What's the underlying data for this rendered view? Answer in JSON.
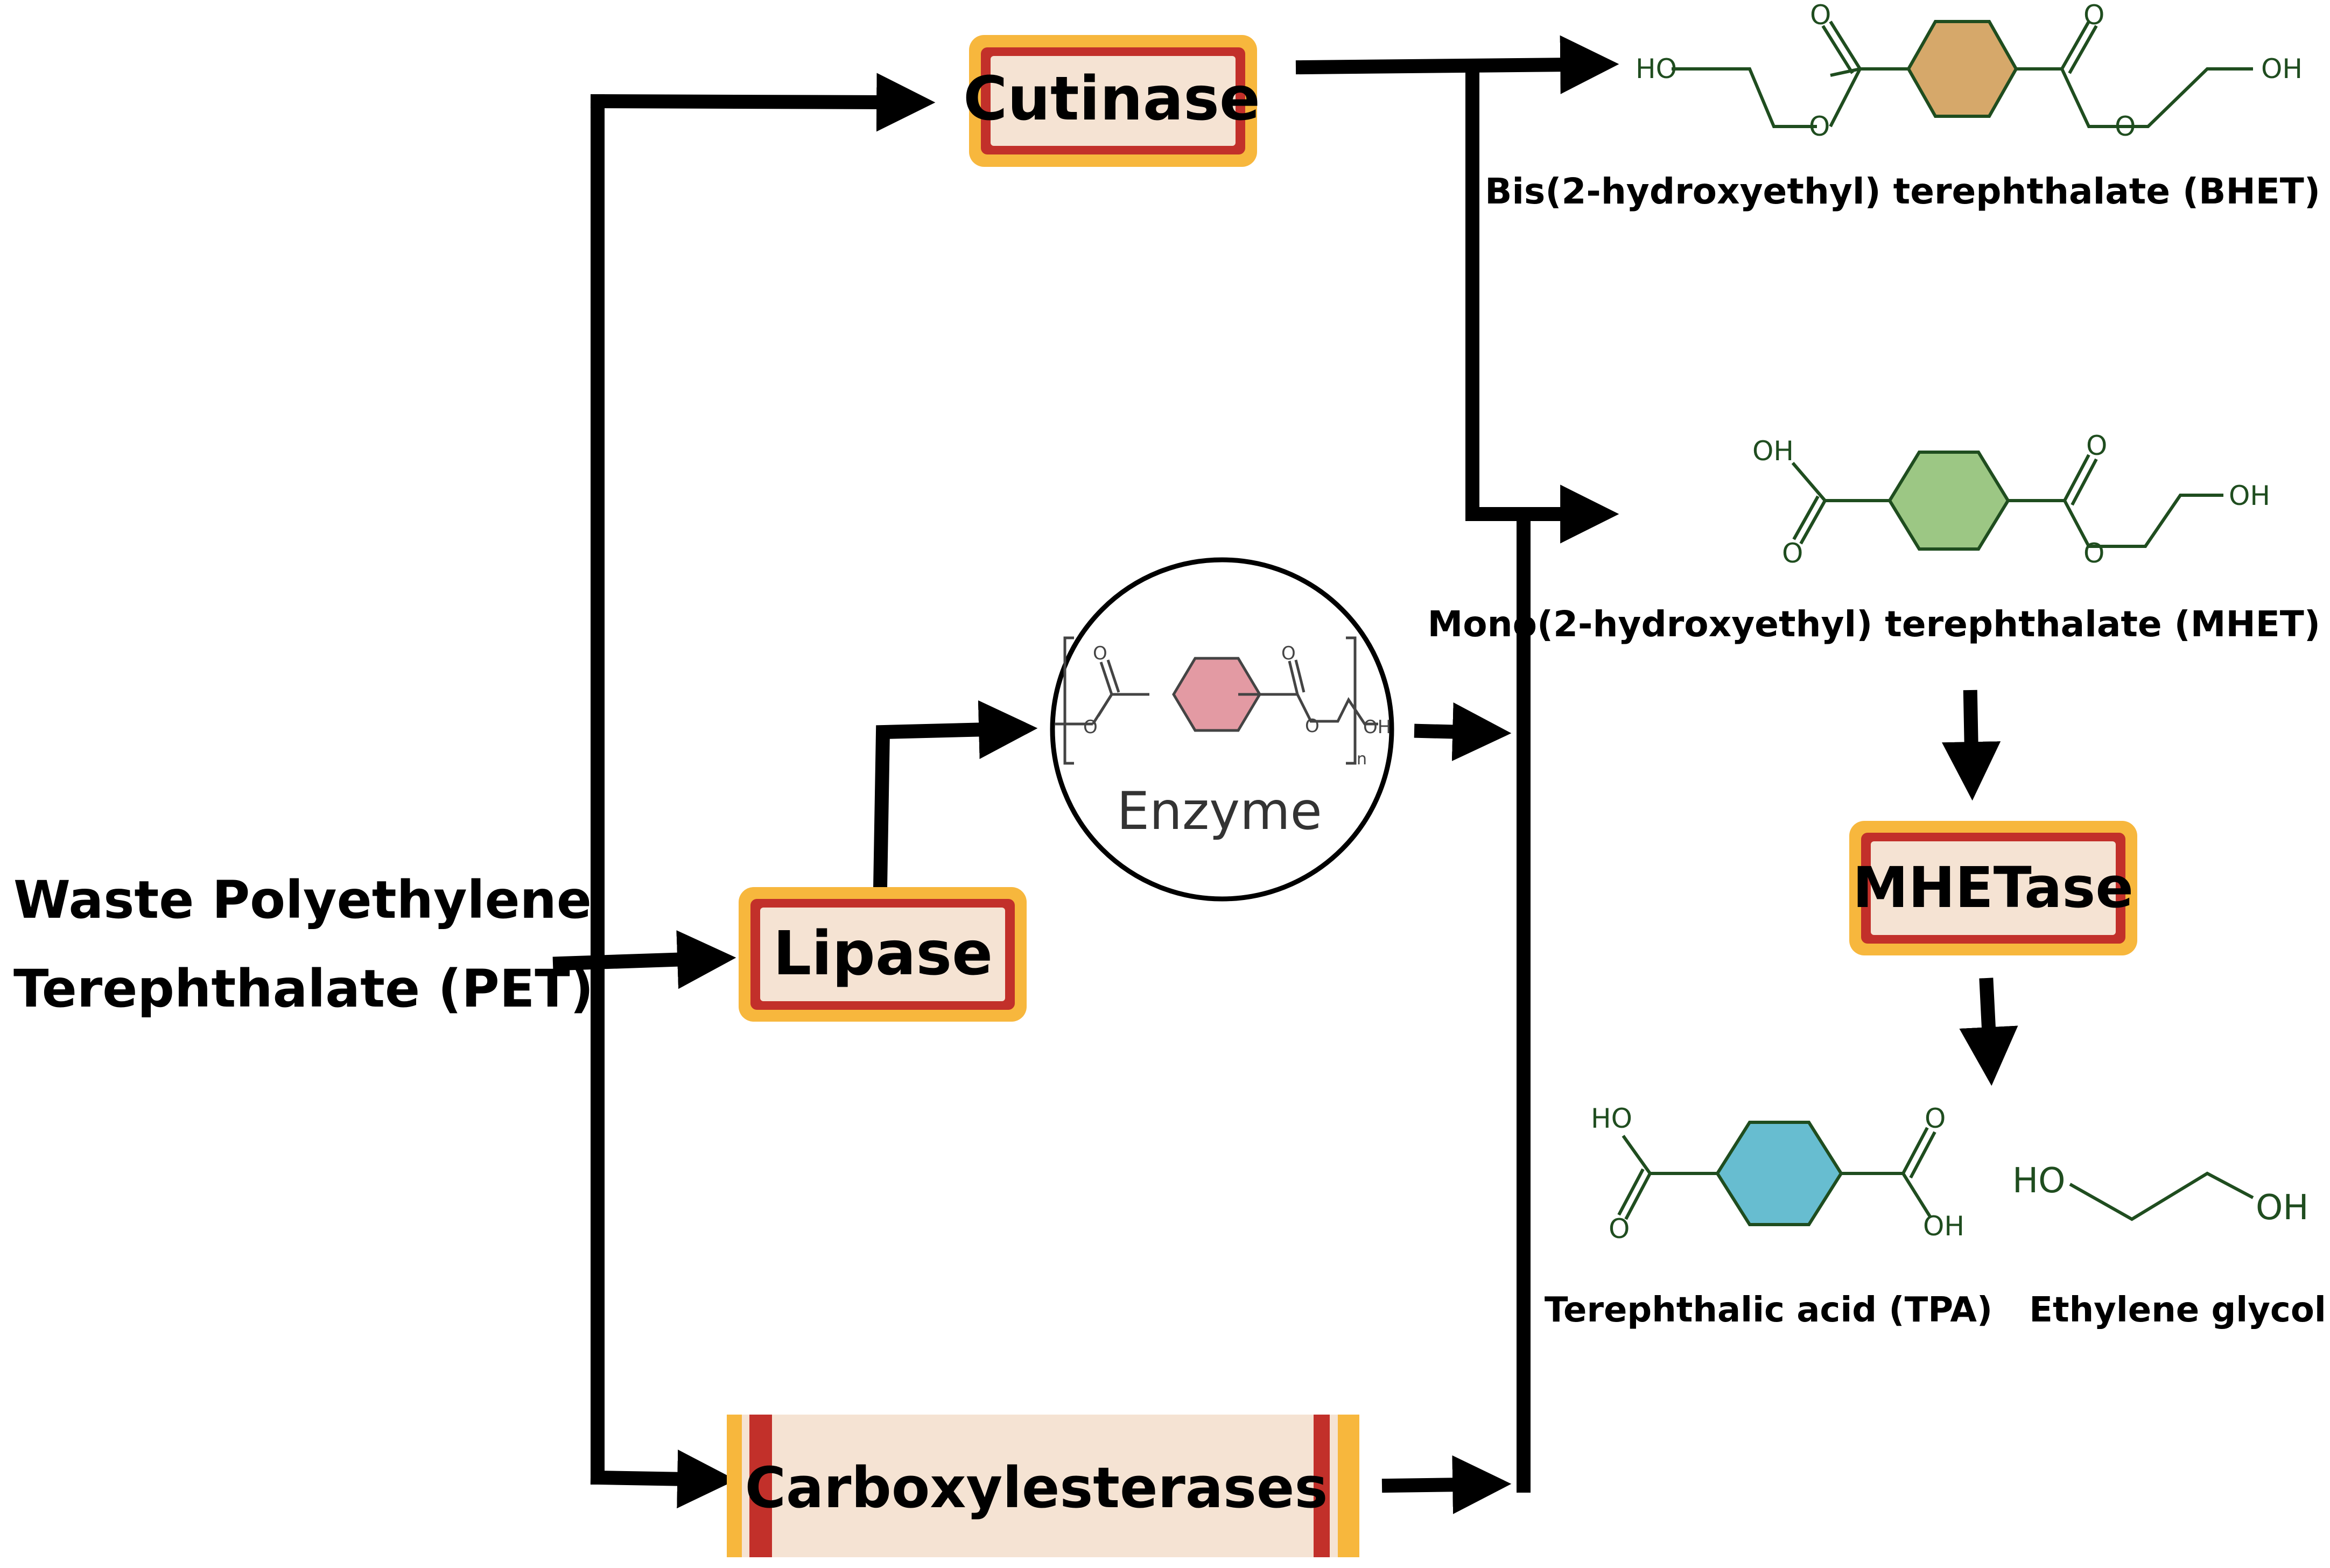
{
  "source": {
    "line1": "Waste Polyethylene",
    "line2": "Terephthalate (PET)"
  },
  "enzymes": {
    "cutinase": "Cutinase",
    "lipase": "Lipase",
    "carboxylesterases": "Carboxylesterases",
    "mhetase": "MHETase",
    "enzyme_circle": "Enzyme"
  },
  "products": {
    "bhet": "Bis(2-hydroxyethyl) terephthalate (BHET)",
    "mhet": "Mono(2-hydroxyethyl) terephthalate (MHET)",
    "tpa": "Terephthalic acid (TPA)",
    "eg": "Ethylene glycol"
  },
  "atoms": {
    "ho": "HO",
    "oh": "OH",
    "o": "O",
    "n": "n"
  },
  "colors": {
    "box_fill": "#f5e3d3",
    "box_border": "#f7b73d",
    "box_inner": "#c2302a",
    "arrow": "#000000",
    "bond": "#1f4d1f",
    "bhet_ring": "#d6a86a",
    "mhet_ring": "#9cc784",
    "tpa_ring": "#67bdd0",
    "pet_ring": "#e39aa3"
  }
}
